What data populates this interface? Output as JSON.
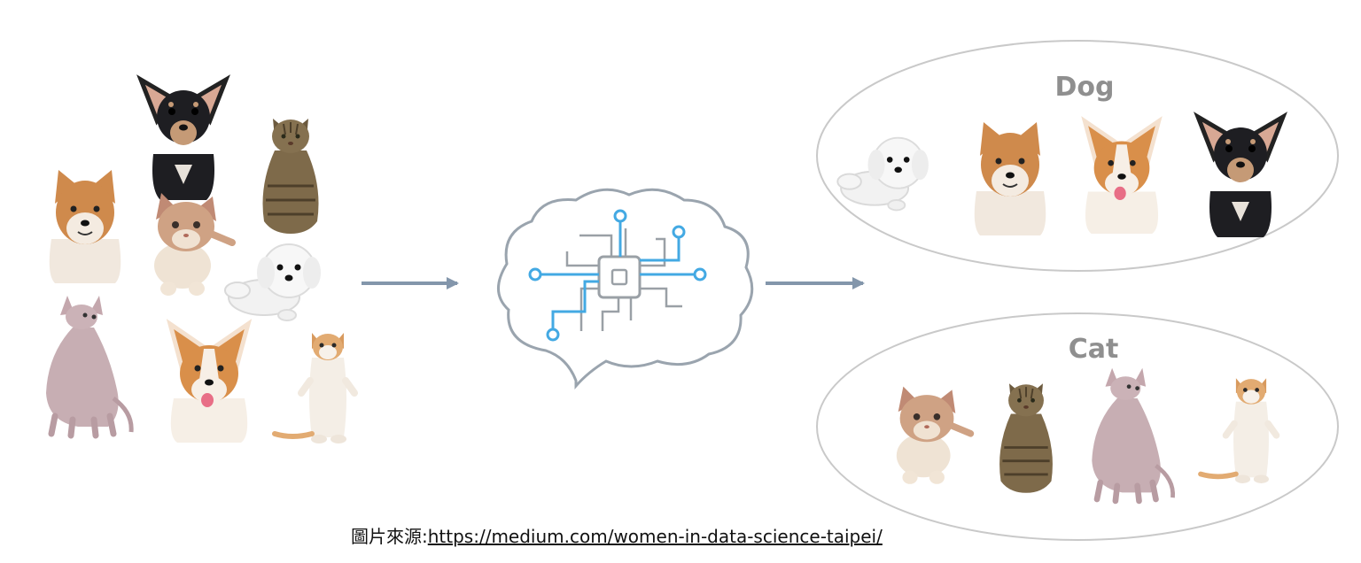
{
  "clusters": {
    "dog_label": "Dog",
    "cat_label": "Cat"
  },
  "colors": {
    "arrow": "#8396ab",
    "outline": "#9aa4ae",
    "circuit_accent": "#43a9e3",
    "circuit_gray": "#9aa0a6",
    "ellipse": "#c9c9c9",
    "label": "#8f8f8f"
  },
  "animals": {
    "input": [
      "chihuahua",
      "tabby-cat",
      "shiba-inu",
      "tan-kitten",
      "maltese-dog",
      "sphynx-cat",
      "corgi",
      "orange-white-kitten"
    ],
    "dog_cluster": [
      "maltese-dog",
      "shiba-inu",
      "corgi",
      "chihuahua"
    ],
    "cat_cluster": [
      "tan-kitten",
      "tabby-cat",
      "sphynx-cat",
      "orange-white-kitten"
    ]
  },
  "footer": {
    "source_prefix": "圖片來源:",
    "source_url": "https://medium.com/women-in-data-science-taipei/"
  }
}
